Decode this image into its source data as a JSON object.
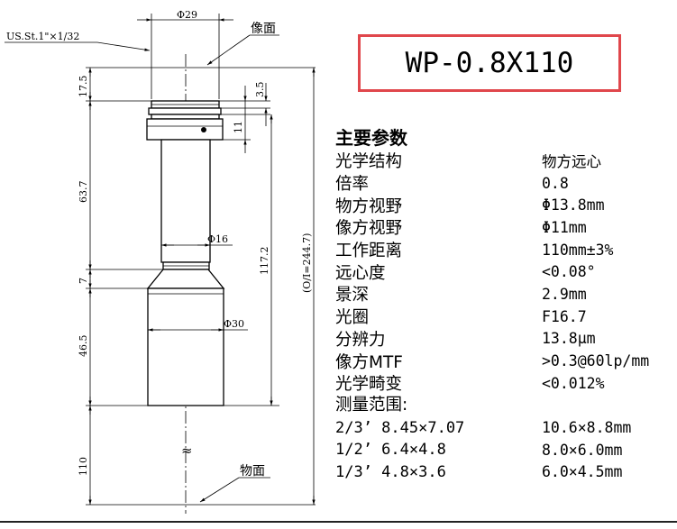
{
  "title": "WP-0.8X110",
  "drawing": {
    "thread_note": "US.St.1\"×1/32",
    "image_plane_label": "像面",
    "object_plane_label": "物面",
    "dia_top": "Φ29",
    "dia_mid": "Φ16",
    "dia_bottom": "Φ30",
    "dim_17_5": "17.5",
    "dim_3_5": "3.5",
    "dim_11": "11",
    "dim_63_7": "63.7",
    "dim_117_2": "117.2",
    "dim_7": "7",
    "dim_46_5": "46.5",
    "dim_110": "110",
    "dim_total": "(O/I=244.7)",
    "break_mark": "≈"
  },
  "params": {
    "heading": "主要参数",
    "rows": [
      {
        "key": "光学结构",
        "value": "物方远心"
      },
      {
        "key": "倍率",
        "value": "0.8"
      },
      {
        "key": "物方视野",
        "value": "Φ13.8mm"
      },
      {
        "key": "像方视野",
        "value": "Φ11mm"
      },
      {
        "key": "工作距离",
        "value": "110mm±3%"
      },
      {
        "key": "远心度",
        "value": "<0.08°"
      },
      {
        "key": "景深",
        "value": "2.9mm"
      },
      {
        "key": "光圈",
        "value": "F16.7"
      },
      {
        "key": "分辨力",
        "value": "13.8μm"
      },
      {
        "key": "像方MTF",
        "value": ">0.3@60lp/mm"
      },
      {
        "key": "光学畸变",
        "value": "<0.012%"
      }
    ],
    "range_label": "测量范围:",
    "ranges": [
      {
        "sensor": "2/3’ 8.45×7.07",
        "field": "10.6×8.8mm"
      },
      {
        "sensor": "1/2’ 6.4×4.8",
        "field": "8.0×6.0mm"
      },
      {
        "sensor": "1/3’ 4.8×3.6",
        "field": "6.0×4.5mm"
      }
    ]
  }
}
